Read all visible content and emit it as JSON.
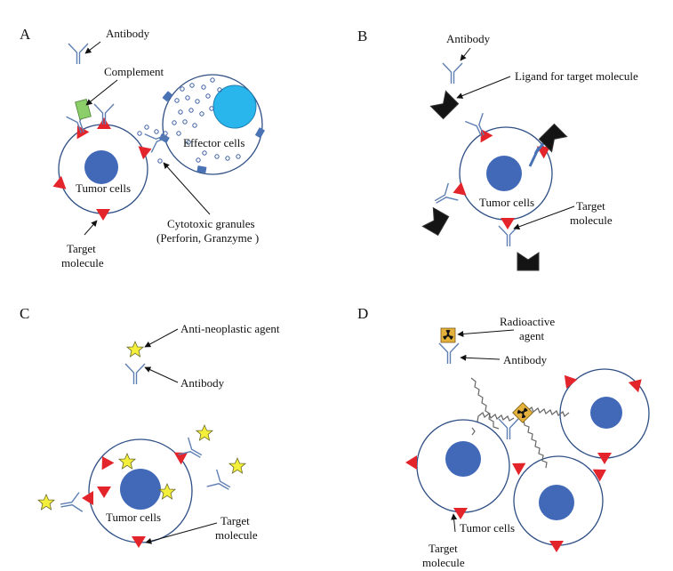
{
  "colors": {
    "cell_fill": "#ffffff",
    "cell_stroke": "#2f4f85",
    "nucleus": "#4169b8",
    "effector_nucleus": "#29b6ec",
    "receptor": "#e3242b",
    "antibody": "#5f7fb3",
    "complement": "#8ccf6a",
    "ligand": "#141414",
    "star": "#f4ef3a",
    "radio": "#e3b13c",
    "wave": "#666666",
    "granule": "#3a5f9f",
    "effector_receptor": "#4a73b5"
  },
  "panels": {
    "A": {
      "letter": "A",
      "antibody": "Antibody",
      "complement": "Complement",
      "effector": "Effector cells",
      "tumor": "Tumor cells",
      "granules_1": "Cytotoxic granules",
      "granules_2": "(Perforin, Granzyme )",
      "target_1": "Target",
      "target_2": "molecule"
    },
    "B": {
      "letter": "B",
      "antibody": "Antibody",
      "ligand": "Ligand for target molecule",
      "tumor": "Tumor cells",
      "target_1": "Target",
      "target_2": "molecule"
    },
    "C": {
      "letter": "C",
      "agent": "Anti-neoplastic agent",
      "antibody": "Antibody",
      "tumor": "Tumor cells",
      "target_1": "Target",
      "target_2": "molecule"
    },
    "D": {
      "letter": "D",
      "radio_1": "Radioactive",
      "radio_2": "agent",
      "antibody": "Antibody",
      "tumor": "Tumor cells",
      "target_1": "Target",
      "target_2": "molecule"
    }
  },
  "icons": [
    "antibody-icon",
    "complement-icon",
    "ligand-icon",
    "star-icon",
    "radioactive-icon",
    "receptor-icon"
  ]
}
